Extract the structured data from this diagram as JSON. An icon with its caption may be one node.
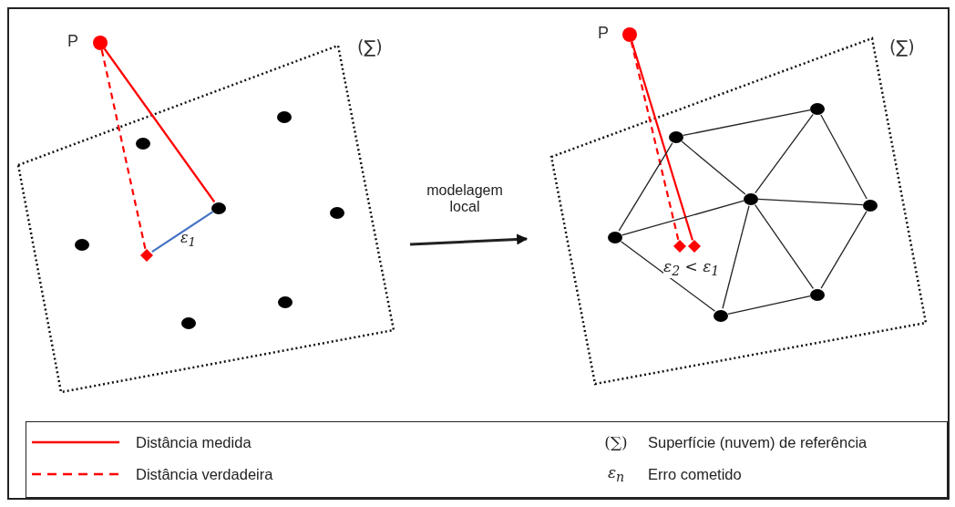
{
  "diagram": {
    "nodes": [
      {
        "text": [],
        "shape": "box",
        "beside": [
          "(∑)"
        ]
      },
      {
        "text": [],
        "shape": "circle",
        "beside": [
          "P"
        ]
      },
      {
        "text": [],
        "shape": "circle",
        "in": 0
      },
      {
        "text": [],
        "shape": "circle",
        "in": 0
      },
      {
        "text": [],
        "shape": "circle",
        "in": 0
      },
      {
        "text": [],
        "shape": "circle",
        "in": 0
      },
      {
        "text": [],
        "shape": "circle",
        "in": 0
      },
      {
        "text": [],
        "shape": "diamond",
        "in": 0
      },
      {
        "text": [],
        "shape": "circle",
        "in": 0
      },
      {
        "text": [],
        "shape": "circle",
        "in": 0
      },
      {
        "text": [],
        "shape": "box",
        "beside": [
          "(∑)"
        ]
      },
      {
        "text": [],
        "shape": "circle",
        "beside": [
          "P"
        ]
      },
      {
        "text": [],
        "shape": "circle",
        "in": 10
      },
      {
        "text": [],
        "shape": "circle",
        "in": 10
      },
      {
        "text": [],
        "shape": "circle",
        "in": 10
      },
      {
        "text": [],
        "shape": "circle",
        "in": 10
      },
      {
        "text": [],
        "shape": "circle",
        "in": 10
      },
      {
        "text": [],
        "shape": "diamond",
        "in": 10
      },
      {
        "text": [],
        "shape": "diamond",
        "in": 10
      },
      {
        "text": [],
        "shape": "circle",
        "in": 10
      },
      {
        "text": [],
        "shape": "circle",
        "in": 10
      }
    ],
    "edges": [
      {
        "from": 1,
        "to": 4,
        "arrow": "none",
        "color": "#ff0000"
      },
      {
        "from": 1,
        "to": 7,
        "arrow": "none",
        "style": "dashed",
        "color": "#ff0000"
      },
      {
        "from": 7,
        "to": 4,
        "arrow": "none",
        "label": "ε$_{1}$",
        "color": "#4472c4"
      },
      {
        "from": 0,
        "to": 10,
        "arrow": "to",
        "label": "modelagem local",
        "style": "thick"
      },
      {
        "from": 11,
        "to": 18,
        "arrow": "none",
        "color": "#ff0000"
      },
      {
        "from": 11,
        "to": 17,
        "arrow": "none",
        "style": "dashed",
        "color": "#ff0000"
      },
      {
        "from": 13,
        "to": 12,
        "arrow": "none"
      },
      {
        "from": 13,
        "to": 16,
        "arrow": "none"
      },
      {
        "from": 13,
        "to": 14,
        "arrow": "none"
      },
      {
        "from": 12,
        "to": 14,
        "arrow": "none"
      },
      {
        "from": 12,
        "to": 15,
        "arrow": "none"
      },
      {
        "from": 16,
        "to": 14,
        "arrow": "none"
      },
      {
        "from": 16,
        "to": 20,
        "arrow": "none"
      },
      {
        "from": 14,
        "to": 15,
        "arrow": "none"
      },
      {
        "from": 14,
        "to": 20,
        "arrow": "none"
      },
      {
        "from": 14,
        "to": 19,
        "arrow": "none"
      },
      {
        "from": 15,
        "to": 19,
        "arrow": "none"
      },
      {
        "from": 19,
        "to": 20,
        "arrow": "none"
      }
    ],
    "labels": [
      "ε$_{2}$ < ε$_{1}$",
      "(∑)",
      "ε$_{n}$"
    ],
    "legend": [
      {
        "text": "Distância medida"
      },
      {
        "text": "Distância verdadeira"
      },
      {
        "text": "Superfície (nuvem) de referência"
      },
      {
        "text": "Erro cometido"
      }
    ]
  }
}
